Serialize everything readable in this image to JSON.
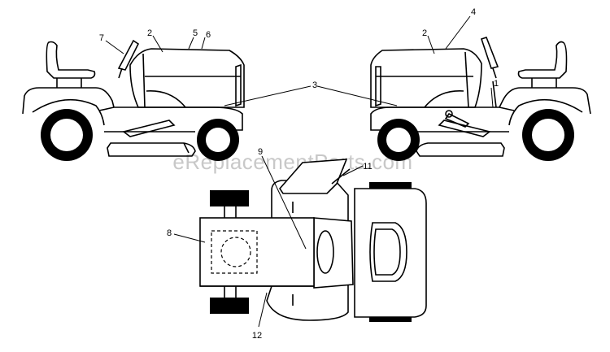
{
  "watermark": "eReplacementParts.com",
  "callouts": [
    {
      "id": "c1",
      "label": "1"
    },
    {
      "id": "c2a",
      "label": "2"
    },
    {
      "id": "c2b",
      "label": "2"
    },
    {
      "id": "c3",
      "label": "3"
    },
    {
      "id": "c4",
      "label": "4"
    },
    {
      "id": "c5",
      "label": "5"
    },
    {
      "id": "c6",
      "label": "6"
    },
    {
      "id": "c7",
      "label": "7"
    },
    {
      "id": "c8",
      "label": "8"
    },
    {
      "id": "c9",
      "label": "9"
    },
    {
      "id": "c11",
      "label": "11"
    },
    {
      "id": "c12",
      "label": "12"
    }
  ]
}
